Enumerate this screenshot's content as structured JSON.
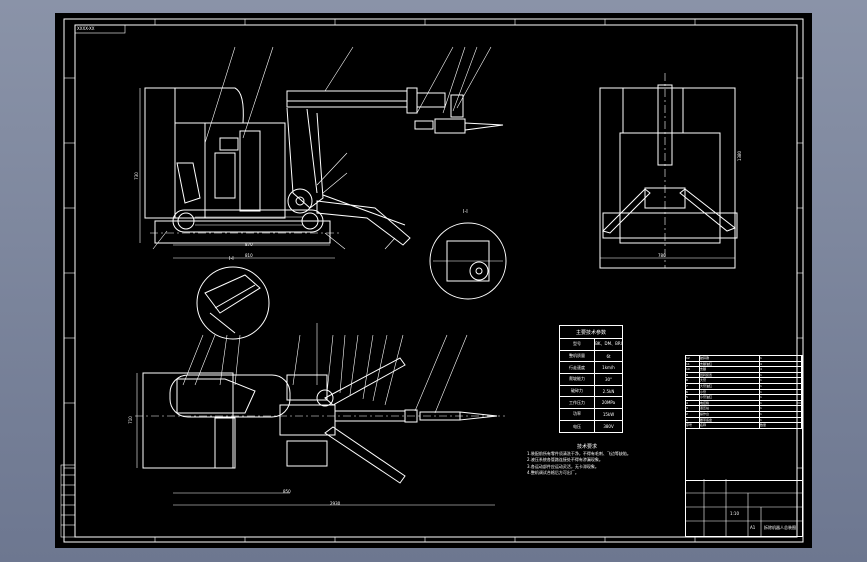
{
  "sheet": {
    "corner_tag": "XXXX-XX",
    "border_color": "#ffffff",
    "background": "#000000"
  },
  "section_labels": {
    "detail_1": "I-I",
    "detail_2": "I-I"
  },
  "dims": {
    "side_len_1": "870",
    "side_len_2": "810",
    "side_h": "730",
    "front_w": "780",
    "front_h": "1380",
    "top_len_1": "850",
    "top_len_2": "2930",
    "top_w": "710"
  },
  "params_table": {
    "title": "主要技术参数",
    "rows": [
      {
        "k": "型号",
        "v": "BK、DM、BRI"
      },
      {
        "k": "整机质量",
        "v": "6t"
      },
      {
        "k": "行走速度",
        "v": "1km/h"
      },
      {
        "k": "爬坡能力",
        "v": "30°"
      },
      {
        "k": "破碎力",
        "v": "2.5kN"
      },
      {
        "k": "工作压力",
        "v": "20MPa"
      },
      {
        "k": "功率",
        "v": "15kW"
      },
      {
        "k": "电压",
        "v": "380V"
      }
    ]
  },
  "notes": {
    "title": "技术要求",
    "items": [
      "1.装配前所有零件须清洗干净，不得有毛刺、飞边等缺陷。",
      "2.液压系统各管路连接处不得有渗漏现象。",
      "3.各运动部件应运动灵活，无卡滞现象。",
      "4.整机调试合格后方可出厂。"
    ]
  },
  "bom_rows": [
    [
      "12",
      "破碎锤",
      "1"
    ],
    [
      "11",
      "支腿油缸",
      "4"
    ],
    [
      "10",
      "支腿",
      "4"
    ],
    [
      "9",
      "回转装置",
      "1"
    ],
    [
      "8",
      "大臂",
      "1"
    ],
    [
      "7",
      "大臂油缸",
      "1"
    ],
    [
      "6",
      "小臂",
      "1"
    ],
    [
      "5",
      "小臂油缸",
      "1"
    ],
    [
      "4",
      "电控箱",
      "1"
    ],
    [
      "3",
      "液压站",
      "1"
    ],
    [
      "2",
      "操作台",
      "1"
    ],
    [
      "1",
      "履带底盘",
      "1"
    ],
    [
      "序号",
      "名称",
      "数量"
    ]
  ],
  "title_block": {
    "drawing_name": "拆除机器人总装图",
    "scale": "1:10",
    "sheet": "A1"
  }
}
